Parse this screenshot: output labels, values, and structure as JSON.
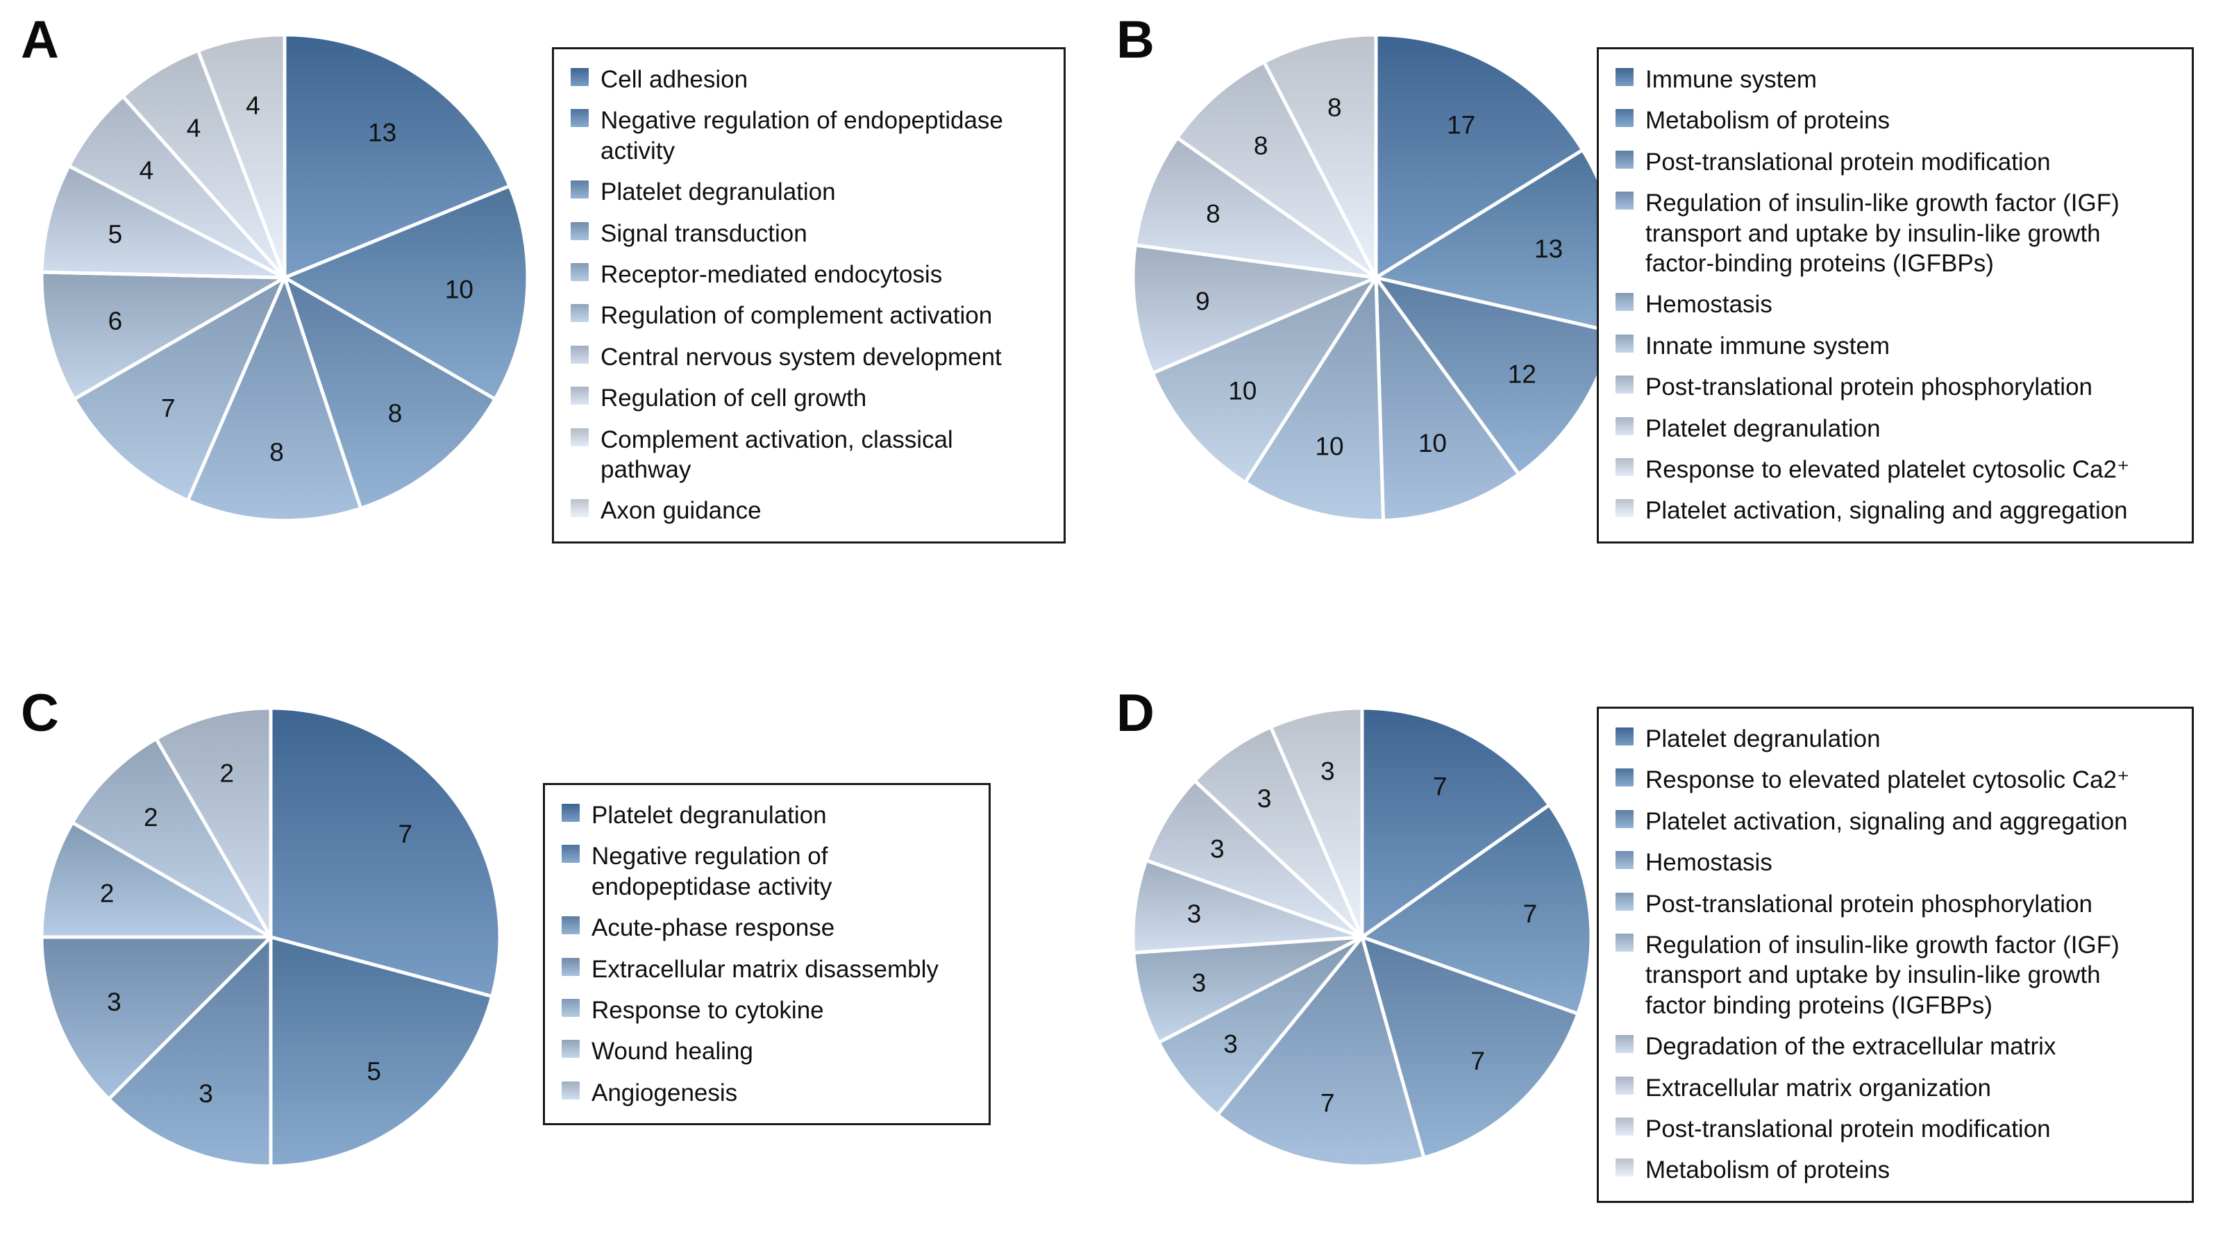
{
  "figure": {
    "background": "#ffffff",
    "palette": [
      "#4a7ab0",
      "#5e8cbd",
      "#7099c6",
      "#89abd2",
      "#9dbadb",
      "#b0c7e2",
      "#c2d3e9",
      "#cfdcef",
      "#dae4f3",
      "#e4ecf8"
    ],
    "slice_border": "#ffffff",
    "label_color": "#111111",
    "legend_border": "#1a1a1a"
  },
  "panels": [
    {
      "letter": "A",
      "chart_data": {
        "type": "pie",
        "title": "",
        "categories": [
          "Cell adhesion",
          "Negative regulation of endopeptidase activity",
          "Platelet degranulation",
          "Signal transduction",
          "Receptor-mediated endocytosis",
          "Regulation of complement activation",
          "Central nervous system development",
          "Regulation of cell growth",
          "Complement activation, classical pathway",
          "Axon guidance"
        ],
        "values": [
          13,
          10,
          8,
          8,
          7,
          6,
          5,
          4,
          4,
          4
        ],
        "total": 69,
        "start_angle": 0,
        "direction": "clockwise",
        "legend_position": "right",
        "data_labels": [
          "13",
          "10",
          "8",
          "8",
          "7",
          "6",
          "5",
          "4",
          "4",
          "4"
        ]
      },
      "legend": {
        "items": [
          "Cell adhesion",
          "Negative regulation of endopeptidase\nactivity",
          "Platelet degranulation",
          "Signal transduction",
          "Receptor-mediated endocytosis",
          "Regulation of complement activation",
          "Central nervous system development",
          "Regulation of cell growth",
          "Complement activation, classical\npathway",
          "Axon guidance"
        ]
      }
    },
    {
      "letter": "B",
      "chart_data": {
        "type": "pie",
        "title": "",
        "categories": [
          "Immune system",
          "Metabolism of proteins",
          "Post-translational protein modification",
          "Regulation of insulin-like growth factor (IGF) transport and uptake by insulin-like growth factor-binding proteins (IGFBPs)",
          "Hemostasis",
          "Innate immune system",
          "Post-translational protein phosphorylation",
          "Platelet degranulation",
          "Response to elevated platelet cytosolic Ca2+",
          "Platelet activation, signaling and aggregation"
        ],
        "values": [
          17,
          13,
          12,
          10,
          10,
          10,
          9,
          8,
          8,
          8
        ],
        "total": 105,
        "start_angle": 0,
        "direction": "clockwise",
        "legend_position": "right",
        "data_labels": [
          "17",
          "13",
          "12",
          "10",
          "10",
          "10",
          "9",
          "8",
          "8",
          "8"
        ]
      },
      "legend": {
        "items": [
          "Immune system",
          "Metabolism of proteins",
          "Post-translational protein modification",
          "Regulation of insulin-like growth factor (IGF)\ntransport and uptake by insulin-like growth\nfactor-binding proteins (IGFBPs)",
          "Hemostasis",
          "Innate immune system",
          "Post-translational protein phosphorylation",
          "Platelet degranulation",
          "Response to elevated platelet cytosolic Ca2⁺",
          "Platelet activation, signaling and aggregation"
        ]
      }
    },
    {
      "letter": "C",
      "chart_data": {
        "type": "pie",
        "title": "",
        "categories": [
          "Platelet degranulation",
          "Negative regulation of endopeptidase activity",
          "Acute-phase response",
          "Extracellular matrix disassembly",
          "Response to cytokine",
          "Wound healing",
          "Angiogenesis"
        ],
        "values": [
          7,
          5,
          3,
          3,
          2,
          2,
          2
        ],
        "total": 24,
        "start_angle": 0,
        "direction": "clockwise",
        "legend_position": "right",
        "data_labels": [
          "7",
          "5",
          "3",
          "3",
          "2",
          "2",
          "2"
        ]
      },
      "legend": {
        "items": [
          "Platelet degranulation",
          "Negative regulation of\nendopeptidase activity",
          "Acute-phase response",
          "Extracellular matrix disassembly",
          "Response to cytokine",
          "Wound healing",
          "Angiogenesis"
        ]
      }
    },
    {
      "letter": "D",
      "chart_data": {
        "type": "pie",
        "title": "",
        "categories": [
          "Platelet degranulation",
          "Response to elevated platelet cytosolic Ca2+",
          "Platelet activation, signaling and aggregation",
          "Hemostasis",
          "Post-translational protein phosphorylation",
          "Regulation of insulin-like growth factor (IGF) transport and uptake by insulin-like growth factor binding proteins (IGFBPs)",
          "Degradation of the extracellular matrix",
          "Extracellular matrix organization",
          "Post-translational protein modification",
          "Metabolism of proteins"
        ],
        "values": [
          7,
          7,
          7,
          7,
          3,
          3,
          3,
          3,
          3,
          3
        ],
        "total": 46,
        "start_angle": 0,
        "direction": "clockwise",
        "legend_position": "right",
        "data_labels": [
          "7",
          "7",
          "7",
          "7",
          "3",
          "3",
          "3",
          "3",
          "3",
          "3"
        ]
      },
      "legend": {
        "items": [
          "Platelet degranulation",
          "Response to elevated platelet cytosolic Ca2⁺",
          "Platelet activation, signaling and aggregation",
          "Hemostasis",
          "Post-translational protein phosphorylation",
          "Regulation of insulin-like growth factor (IGF)\ntransport and uptake by insulin-like growth\nfactor binding proteins (IGFBPs)",
          "Degradation of the extracellular matrix",
          "Extracellular matrix organization",
          "Post-translational protein modification",
          "Metabolism of proteins"
        ]
      }
    }
  ]
}
